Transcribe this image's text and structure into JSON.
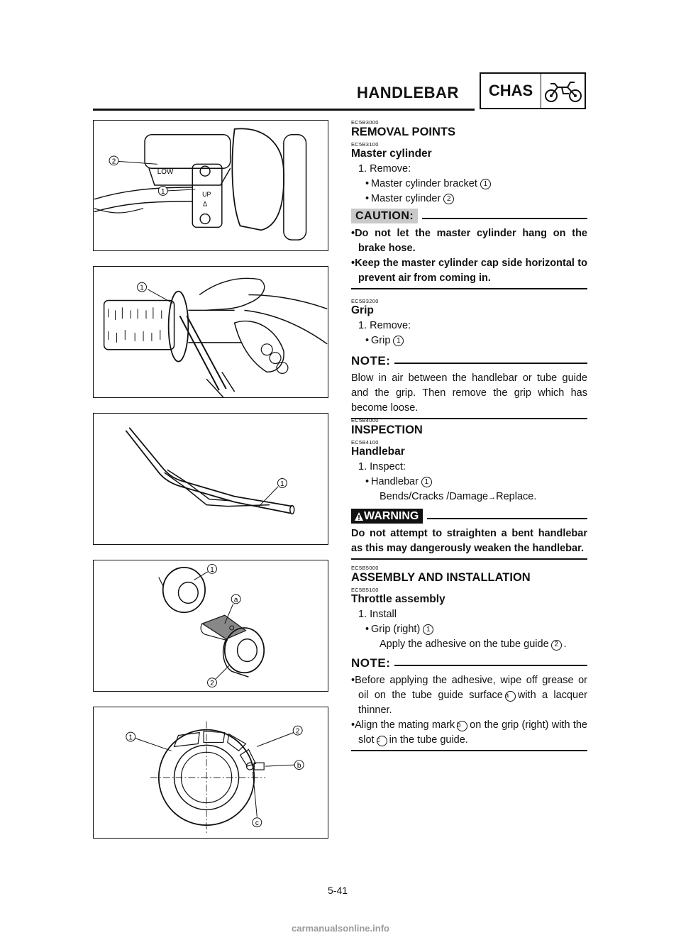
{
  "header": {
    "title": "HANDLEBAR",
    "section_code": "CHAS"
  },
  "removal": {
    "code": "EC5B3000",
    "heading": "REMOVAL POINTS",
    "master": {
      "code": "EC5B3100",
      "heading": "Master cylinder",
      "step": "1. Remove:",
      "items": [
        "Master cylinder bracket",
        "Master cylinder"
      ],
      "item_refs": [
        "1",
        "2"
      ]
    },
    "caution": {
      "label": "CAUTION:",
      "items": [
        "Do not let the master cylinder hang on the brake hose.",
        "Keep the master cylinder cap side horizontal to prevent air from coming in."
      ]
    },
    "grip": {
      "code": "EC5B3200",
      "heading": "Grip",
      "step": "1. Remove:",
      "item": "Grip",
      "item_ref": "1"
    },
    "note": {
      "label": "NOTE:",
      "text": "Blow in air between the handlebar or tube guide and the grip. Then remove the grip which has become loose."
    }
  },
  "inspection": {
    "code": "EC5B4000",
    "heading": "INSPECTION",
    "handlebar": {
      "code": "EC5B4100",
      "heading": "Handlebar",
      "step": "1. Inspect:",
      "item": "Handlebar",
      "item_ref": "1",
      "detail_a": "Bends/Cracks /Damage",
      "arrow": "→",
      "detail_b": "Replace."
    },
    "warning": {
      "label": "WARNING",
      "text": "Do not attempt to straighten a bent handlebar as this may dangerously weaken the handlebar."
    }
  },
  "assembly": {
    "code": "EC5B5000",
    "heading": "ASSEMBLY AND INSTALLATION",
    "throttle": {
      "code": "EC5B5100",
      "heading": "Throttle assembly",
      "step": "1. Install",
      "item": "Grip (right)",
      "item_ref": "1",
      "detail_a": "Apply the adhesive on the tube guide",
      "detail_ref": "2",
      "detail_b": "."
    },
    "note": {
      "label": "NOTE:",
      "item1_a": "Before applying the adhesive, wipe off grease or oil on the tube guide surface",
      "item1_ref": "a",
      "item1_b": "with a lacquer thinner.",
      "item2_a": "Align the mating mark",
      "item2_ref_b": "b",
      "item2_b": "on the grip (right) with the slot",
      "item2_ref_c": "c",
      "item2_c": "in the tube guide."
    }
  },
  "figures": {
    "fig1": {
      "labels": [
        "2",
        "1"
      ],
      "switch": [
        "LOW",
        "UP",
        "Δ"
      ]
    },
    "fig2": {
      "labels": [
        "1"
      ]
    },
    "fig3": {
      "labels": [
        "1"
      ]
    },
    "fig4": {
      "labels": [
        "1",
        "a",
        "2"
      ]
    },
    "fig5": {
      "labels": [
        "1",
        "2",
        "b",
        "c"
      ]
    }
  },
  "page": {
    "number": "5-41",
    "footer": "carmanualsonline.info"
  }
}
